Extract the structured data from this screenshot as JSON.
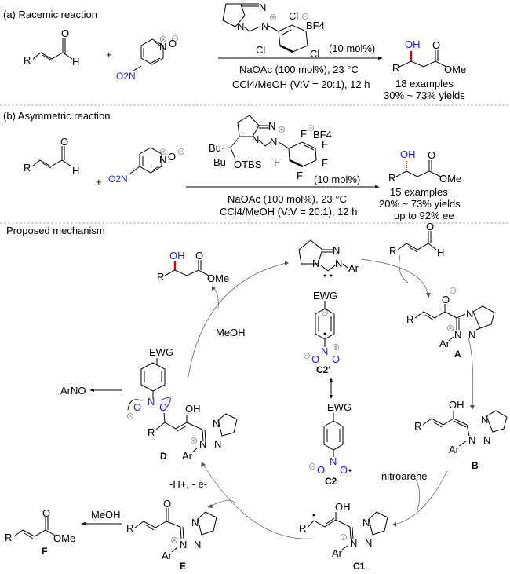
{
  "section_a": {
    "title": "(a) Racemic reaction",
    "reactant1": {
      "R": "R",
      "O": "O",
      "H": "H"
    },
    "plus": "+",
    "reactant2": {
      "O2N": "O2N",
      "N": "N",
      "O": "O"
    },
    "catalyst": {
      "Cl": "Cl",
      "BF4": "BF4",
      "N": "N",
      "loading": "(10 mol%)"
    },
    "conditions_line1": "NaOAc (100 mol%), 23 °C",
    "conditions_line2": "CCl4/MeOH (V:V = 20:1), 12 h",
    "product": {
      "OH": "OH",
      "O": "O",
      "R": "R",
      "OMe": "OMe"
    },
    "result_line1": "18 examples",
    "result_line2": "30% ~ 73% yields"
  },
  "section_b": {
    "title": "(b) Asymmetric reaction",
    "reactant1": {
      "R": "R",
      "O": "O",
      "H": "H"
    },
    "plus": "+",
    "reactant2": {
      "O2N": "O2N",
      "N": "N",
      "O": "O"
    },
    "catalyst": {
      "Bu": "Bu",
      "OTBS": "OTBS",
      "F": "F",
      "BF4": "BF4",
      "N": "N",
      "loading": "(10 mol%)"
    },
    "conditions_line1": "NaOAc (100 mol%), 23 °C",
    "conditions_line2": "CCl4/MeOH (V:V = 20:1), 12 h",
    "product": {
      "OH": "OH",
      "O": "O",
      "R": "R",
      "OMe": "OMe"
    },
    "result_line1": "15 examples",
    "result_line2": "20% ~ 73% yields",
    "result_line3": "up to 92% ee"
  },
  "mechanism": {
    "title": "Proposed mechanism",
    "carbene": {
      "N": "N",
      "Ar": "Ar"
    },
    "aldehyde": {
      "R": "R",
      "O": "O",
      "H": "H"
    },
    "labels": {
      "A": "A",
      "B": "B",
      "C1": "C1",
      "C2": "C2",
      "C2prime": "C2'",
      "D": "D",
      "E": "E",
      "F": "F"
    },
    "reagents": {
      "meoh_top": "MeOH",
      "meoh_bottom": "MeOH",
      "nitroarene": "nitroarene",
      "oxidation": "-H+, - e-",
      "arno": "ArNO"
    },
    "ewg": "EWG",
    "common": {
      "R": "R",
      "Ar": "Ar",
      "N": "N",
      "O": "O",
      "OH": "OH",
      "OMe": "OMe"
    }
  },
  "colors": {
    "heteroatom_blue": "#1a1aff",
    "stereo_bond_red": "#e00000",
    "divider": "#999999"
  }
}
